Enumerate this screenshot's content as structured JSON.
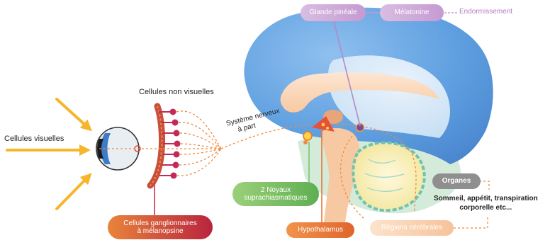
{
  "labels": {
    "cellules_visuelles": "Cellules visuelles",
    "cellules_non_visuelles": "Cellules non visuelles",
    "systeme_nerveux_1": "Système nerveux",
    "systeme_nerveux_2": "à part",
    "glande_pineale": "Glande pinéale",
    "melatonine": "Mélatonine",
    "endormissement": "Endormissement",
    "noyaux_1": "2 Noyaux",
    "noyaux_2": "suprachiasmatiques",
    "hypothalamus": "Hypothalamus",
    "cellules_ganglionnaires_1": "Cellules ganglionnaires",
    "cellules_ganglionnaires_2": "à mélanopsine",
    "regions_cerebrales": "Régions cérébrales",
    "organes": "Organes",
    "effets_1": "Sommeil, appétit, transpiration",
    "effets_2": "corporelle etc..."
  },
  "colors": {
    "light_arrow": "#f7b52b",
    "nerve_dashes": "#f08a3c",
    "brain_blue": "#5f9fe0",
    "melatonin_pill": "#c9a3d3",
    "melatonin_text": "#b57ac9",
    "scn_green": "#7ec26b",
    "hypothalamus_orange": "#e8763a",
    "ganglion_pill": "#c8374a",
    "organes_pill": "#8f8f8f"
  }
}
